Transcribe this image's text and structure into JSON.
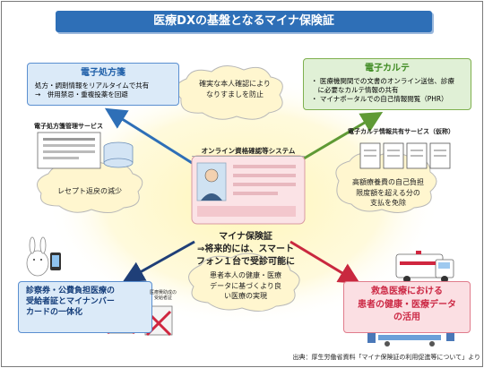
{
  "title": "医療DXの基盤となるマイナ保険証",
  "e_prescription": {
    "title": "電子処方箋",
    "line1": "処方・調剤情報をリアルタイムで共有",
    "line2": "→　併用禁忌・重複投薬を回避"
  },
  "e_karte": {
    "title": "電子カルテ",
    "line1": "・ 医療機関間での文書のオンライン送信、診療",
    "line2": "　に必要なカルテ情報の共有",
    "line3": "・ マイナポータルでの自己情報閲覧（PHR）"
  },
  "rx_service_label": "電子処方箋管理サービス",
  "karte_service_label": "電子カルテ情報共有サービス（仮称）",
  "online_system_label": "オンライン資格確認等システム",
  "clouds": {
    "top_line1": "確実な本人確認により",
    "top_line2": "なりすましを防止",
    "left": "レセプト返戻の減少",
    "right_line1": "高額療養費の自己負担",
    "right_line2": "限度額を超える分の",
    "right_line3": "支払を免除",
    "bottom_line1": "患者本人の健康・医療",
    "bottom_line2": "データに基づくより良",
    "bottom_line3": "い医療の実現"
  },
  "mynacard": {
    "line1": "マイナ保険証",
    "line2": "⇒将来的には、スマート",
    "line3": "フォン１台で受診可能に"
  },
  "card_box": {
    "line1": "診察券・公費負担医療の",
    "line2": "受給者証とマイナンバー",
    "line3": "カードの一体化"
  },
  "rescue_box": {
    "line1": "救急医療における",
    "line2": "患者の健康・医療データ",
    "line3": "の活用"
  },
  "small_doc_label_1": "医療費助成の",
  "small_doc_label_2": "受給者証",
  "source": "出典：厚生労働省資料「マイナ保険証の利用促進等について」より",
  "colors": {
    "accent_blue": "#2e6fb7",
    "green": "#7fb04f",
    "red": "#d9435a",
    "glow": "#fff3b0"
  }
}
